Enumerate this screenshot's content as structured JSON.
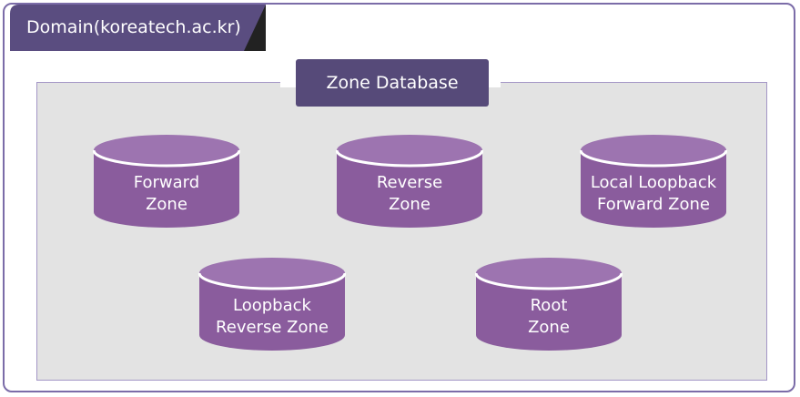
{
  "domain": {
    "label": "Domain(koreatech.ac.kr)"
  },
  "zone_database": {
    "label": "Zone Database"
  },
  "zones": [
    {
      "line1": "Forward",
      "line2": "Zone"
    },
    {
      "line1": "Reverse",
      "line2": "Zone"
    },
    {
      "line1": "Local Loopback",
      "line2": "Forward Zone"
    },
    {
      "line1": "Loopback",
      "line2": "Reverse Zone"
    },
    {
      "line1": "Root",
      "line2": "Zone"
    }
  ],
  "colors": {
    "frame_border": "#7b6ca8",
    "domain_tab": "#5a4d80",
    "zone_db": "#564a79",
    "cylinder_body": "#8a5c9d",
    "cylinder_top": "#9d74b0",
    "panel": "#e3e3e3"
  }
}
